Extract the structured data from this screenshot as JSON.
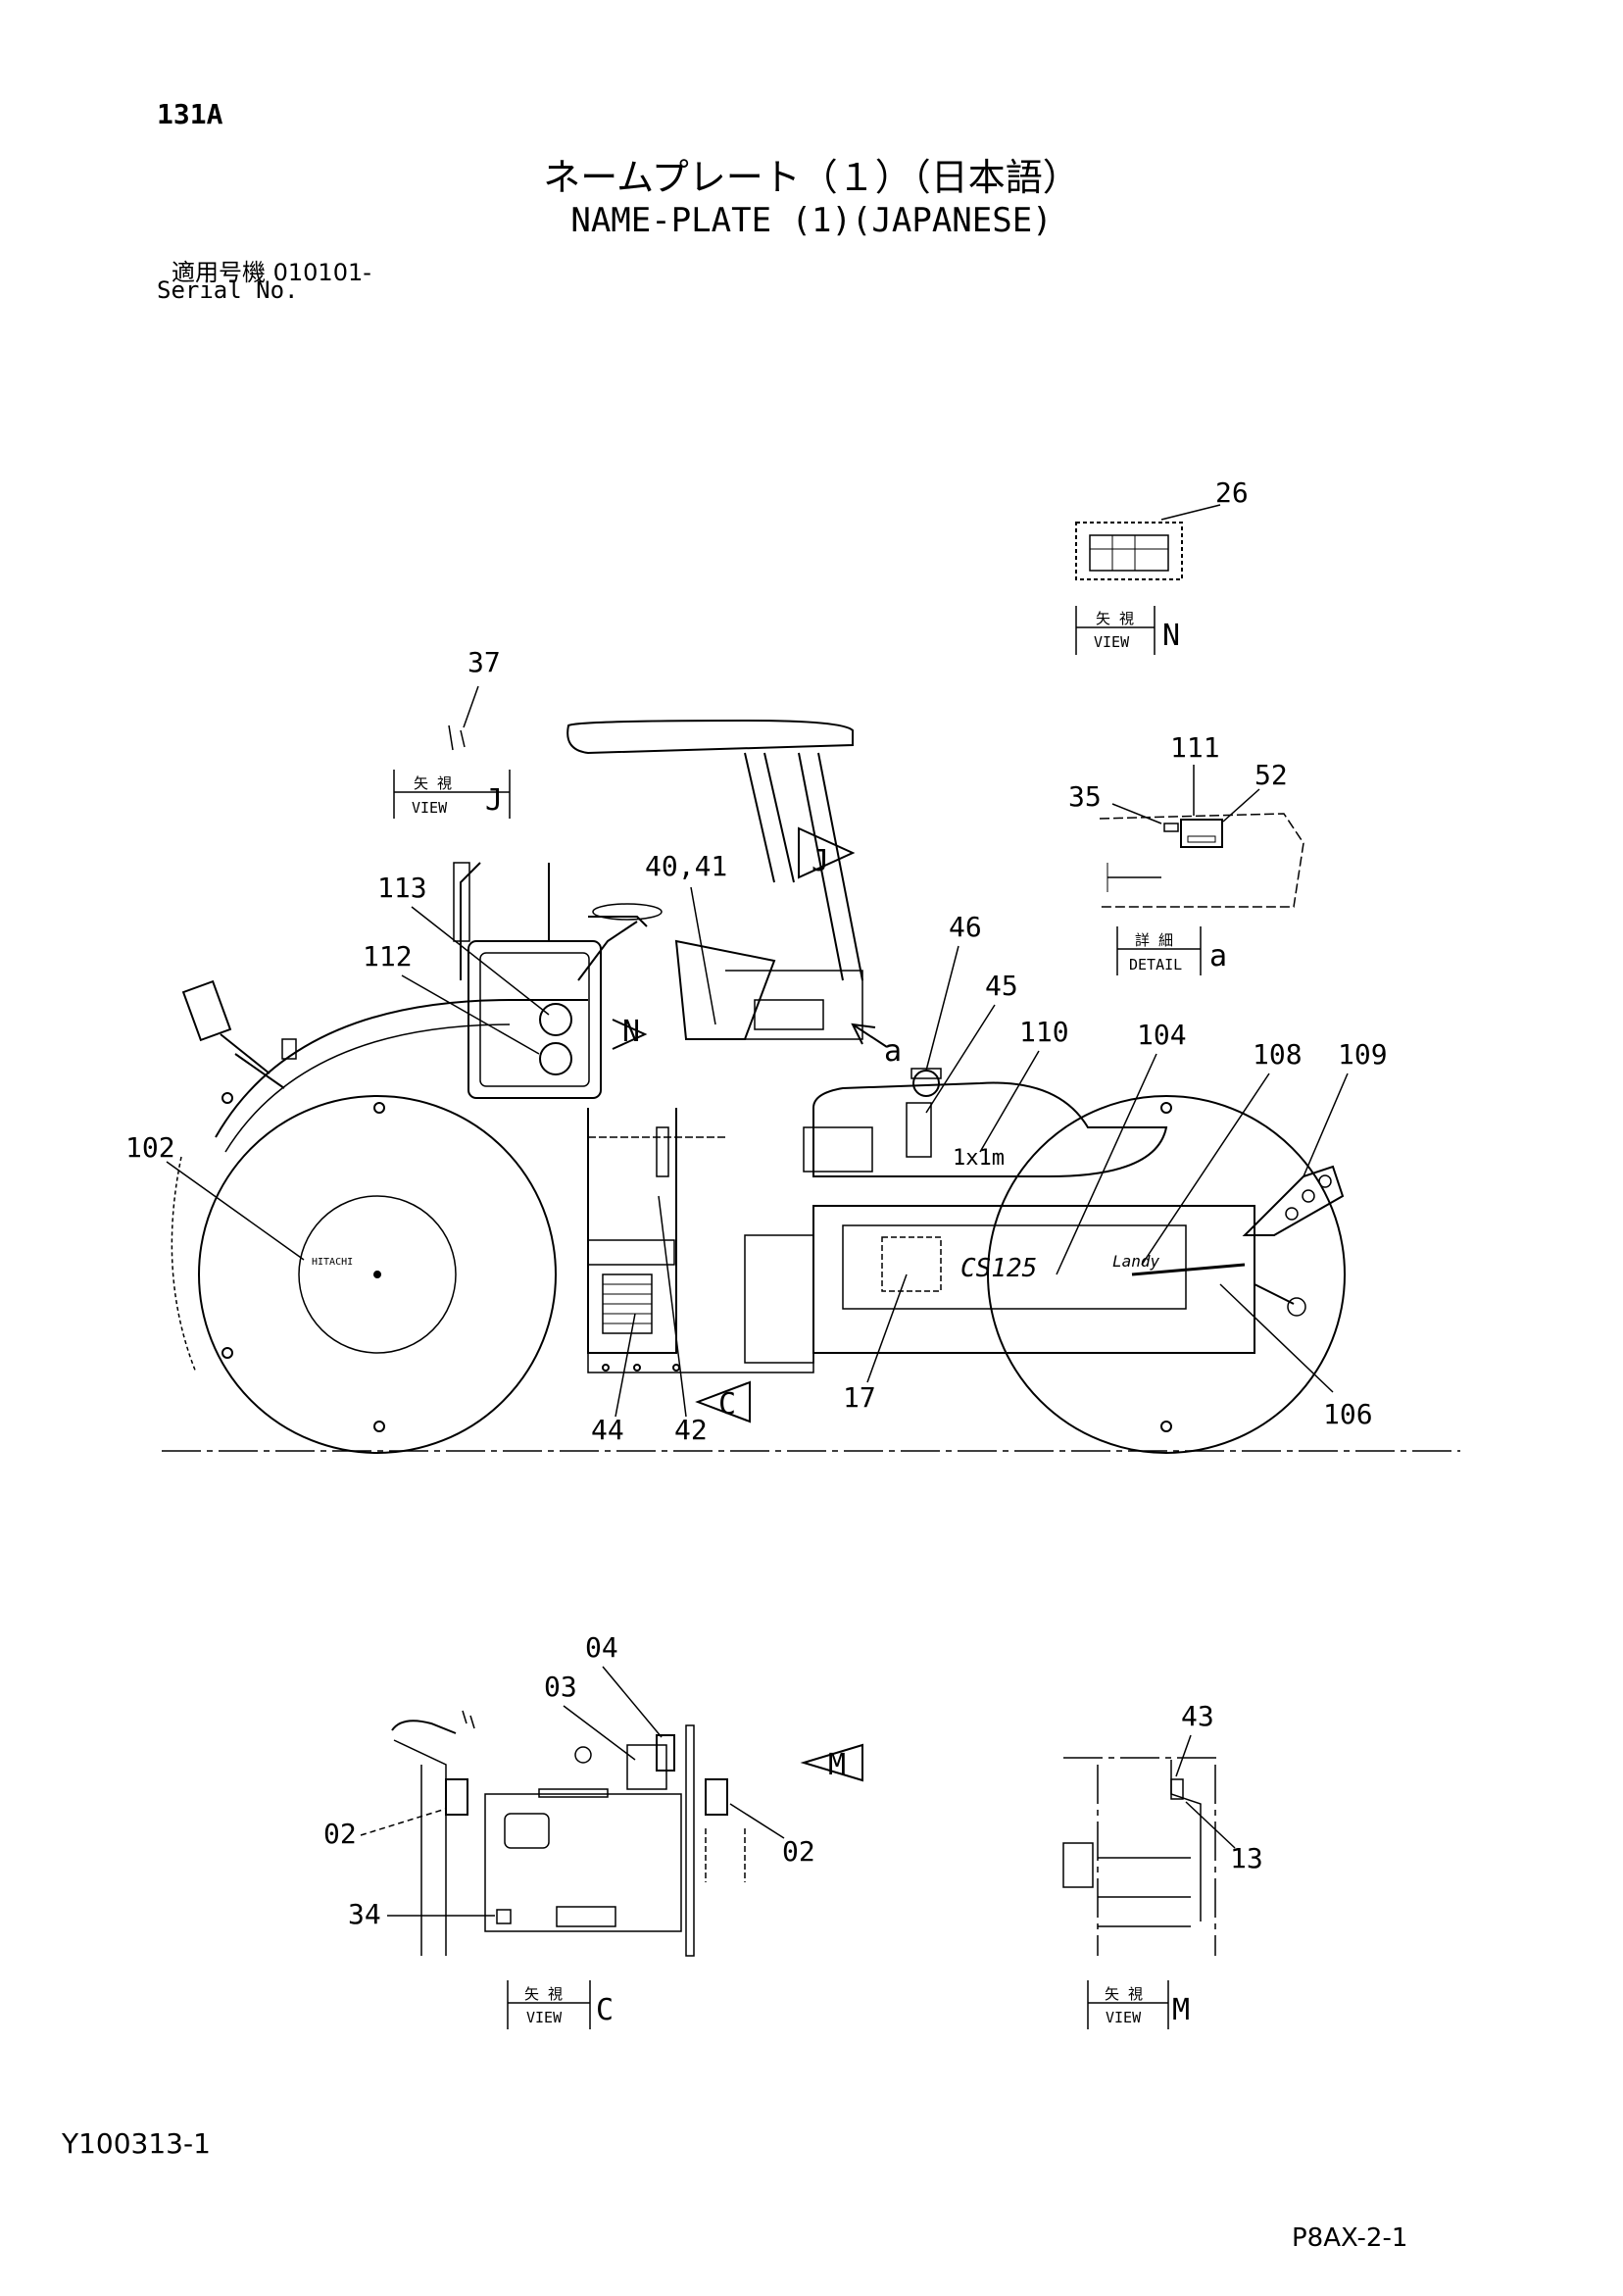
{
  "header": {
    "page_number": "131A",
    "title_japanese": "ネームプレート（１）（日本語）",
    "title_english": "NAME-PLATE (1)(JAPANESE)",
    "serial_label_japanese": "適用号機  010101-",
    "serial_label_english": "Serial No."
  },
  "footer": {
    "document_id": "Y100313-1",
    "page_code": "P8AX-2-1"
  },
  "view_boxes": {
    "view_n": {
      "jp": "矢 視",
      "en": "VIEW",
      "letter": "N"
    },
    "view_j": {
      "jp": "矢 視",
      "en": "VIEW",
      "letter": "J"
    },
    "detail_a": {
      "jp": "詳 細",
      "en": "DETAIL",
      "letter": "a"
    },
    "view_c": {
      "jp": "矢 視",
      "en": "VIEW",
      "letter": "C"
    },
    "view_m": {
      "jp": "矢 視",
      "en": "VIEW",
      "letter": "M"
    }
  },
  "view_arrows": {
    "n": "N",
    "j": "J",
    "a": "a",
    "c": "C",
    "m": "M"
  },
  "machine_marks": {
    "model": "CS125",
    "brand": "Landy",
    "size": "1x1m",
    "drum_logo": "HITACHI"
  },
  "callouts": {
    "p26": "26",
    "p37": "37",
    "p111": "111",
    "p52": "52",
    "p35": "35",
    "p40_41": "40,41",
    "p113": "113",
    "p112": "112",
    "p46": "46",
    "p45": "45",
    "p110": "110",
    "p104": "104",
    "p108": "108",
    "p109": "109",
    "p102": "102",
    "p17": "17",
    "p44": "44",
    "p42": "42",
    "p106": "106",
    "p04": "04",
    "p03": "03",
    "p02a": "02",
    "p02b": "02",
    "p34": "34",
    "p43": "43",
    "p13": "13"
  }
}
